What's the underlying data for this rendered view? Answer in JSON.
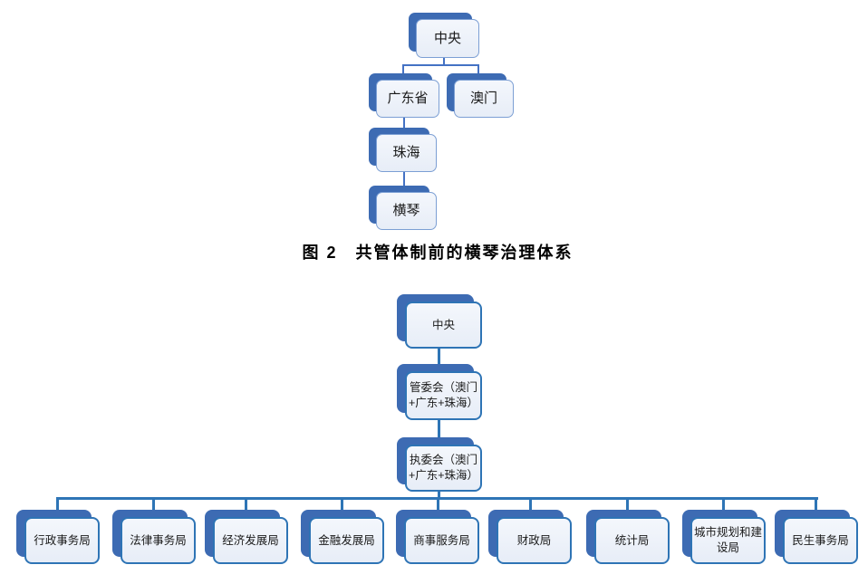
{
  "caption": "图 2　共管体制前的横琴治理体系",
  "colors": {
    "node_shadow": "#3d6bb3",
    "chart1_border": "#7c9fd4",
    "chart1_line": "#4472c4",
    "chart2_border": "#2e74b5",
    "chart2_line": "#2e75b6",
    "node_fill": "#edf1f9",
    "text": "#1a1a1a"
  },
  "chart1": {
    "nodes": {
      "central": "中央",
      "guangdong": "广东省",
      "macau": "澳门",
      "zhuhai": "珠海",
      "hengqin": "横琴"
    }
  },
  "chart2": {
    "nodes": {
      "central": "中央",
      "management": "管委会（澳门\n+广东+珠海）",
      "executive": "执委会（澳门\n+广东+珠海）"
    },
    "bureaus": [
      "行政事务局",
      "法律事务局",
      "经济发展局",
      "金融发展局",
      "商事服务局",
      "财政局",
      "统计局",
      "城市规划和建\n设局",
      "民生事务局"
    ]
  }
}
